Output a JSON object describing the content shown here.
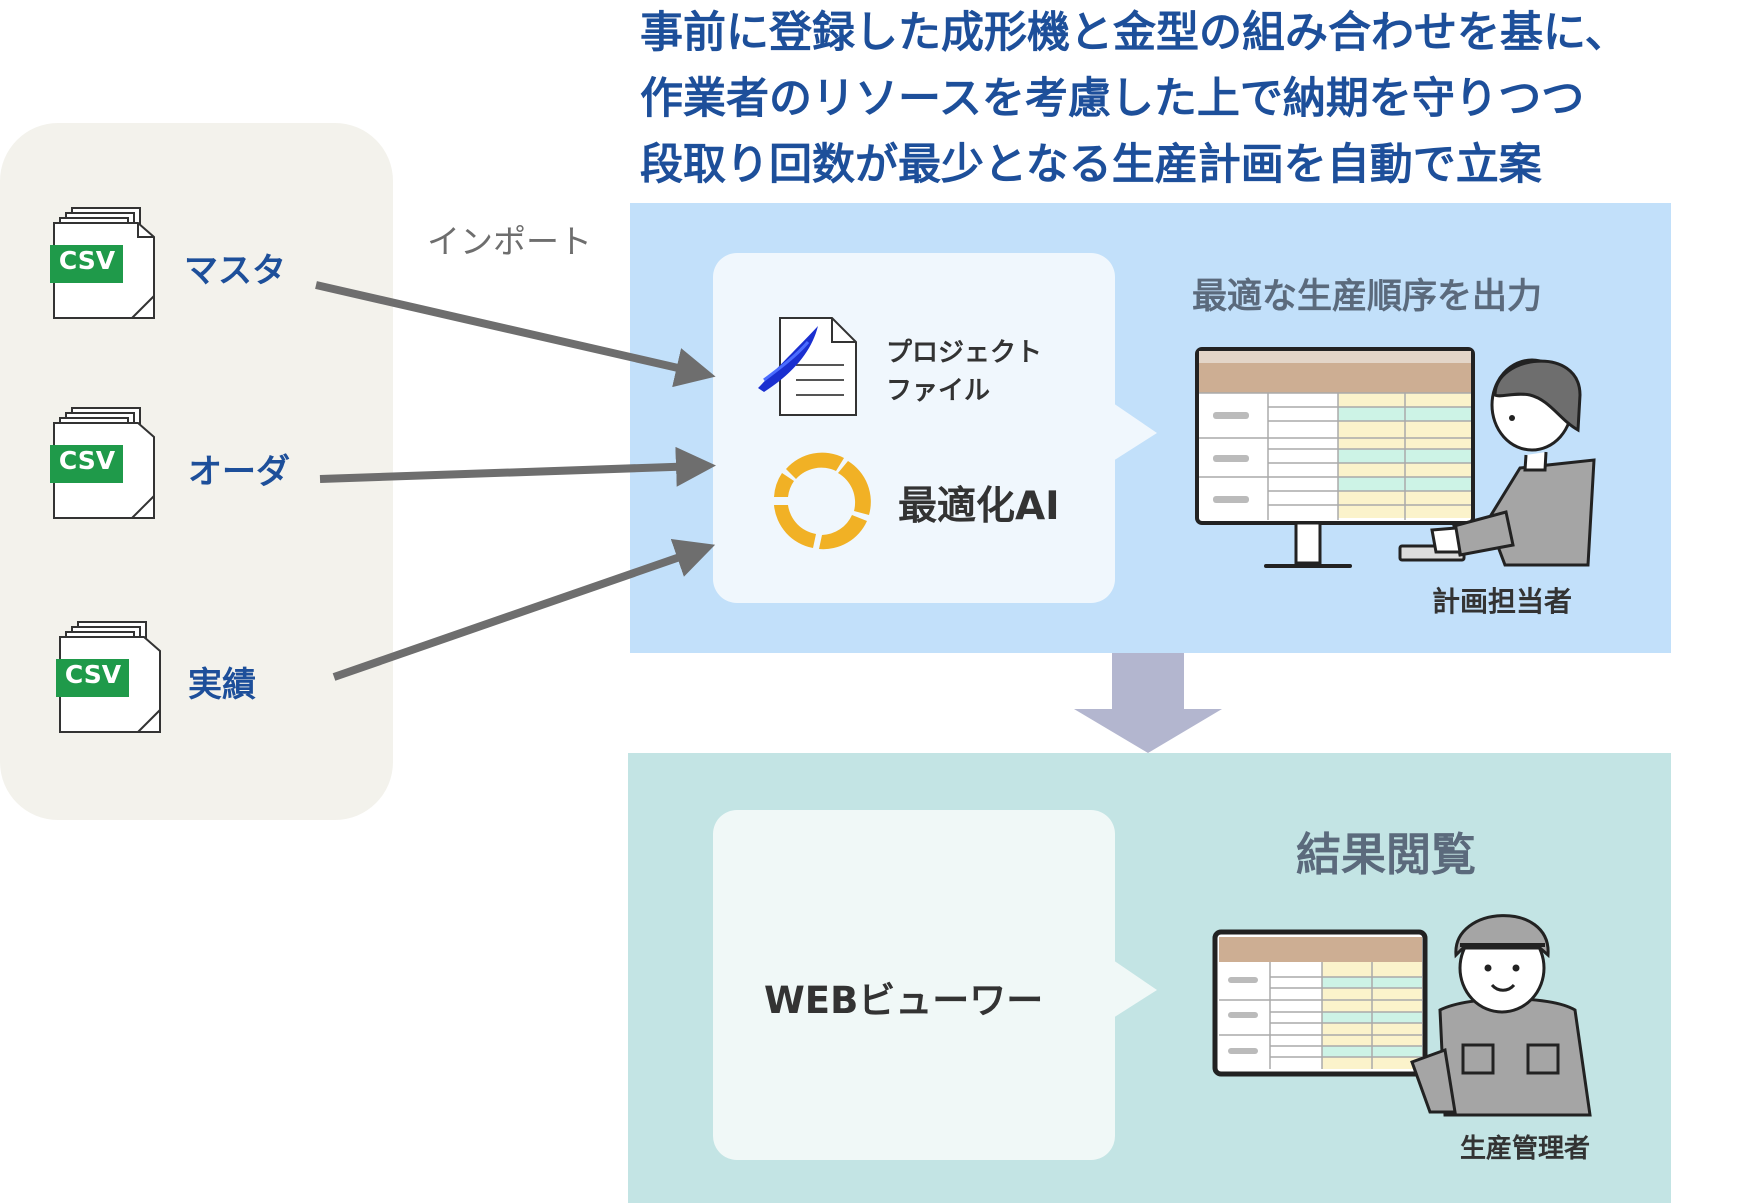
{
  "headline": {
    "lines": [
      "事前に登録した成形機と金型の組み合わせを基に、",
      "作業者のリソースを考慮した上で納期を守りつつ",
      "段取り回数が最少となる生産計画を自動で立案"
    ]
  },
  "sources": {
    "items": [
      {
        "badge": "CSV",
        "label": "マスタ"
      },
      {
        "badge": "CSV",
        "label": "オーダ"
      },
      {
        "badge": "CSV",
        "label": "実績"
      }
    ],
    "import_label": "インポート"
  },
  "optimization": {
    "project_file_label_1": "プロジェクト",
    "project_file_label_2": "ファイル",
    "ai_label": "最適化AI",
    "output_title": "最適な生産順序を出力",
    "role": "計画担当者"
  },
  "result": {
    "viewer_label": "WEBビューワー",
    "title": "結果閲覧",
    "role": "生産管理者"
  },
  "colors": {
    "headline": "#1d4f9a",
    "csv_badge": "#1f9a4a",
    "arrow": "#6e6e6e",
    "down_arrow": "#b3b6cf",
    "ai_ring": "#f1b125",
    "opt_panel": "#c2e0fa",
    "res_panel": "#c3e4e4"
  }
}
